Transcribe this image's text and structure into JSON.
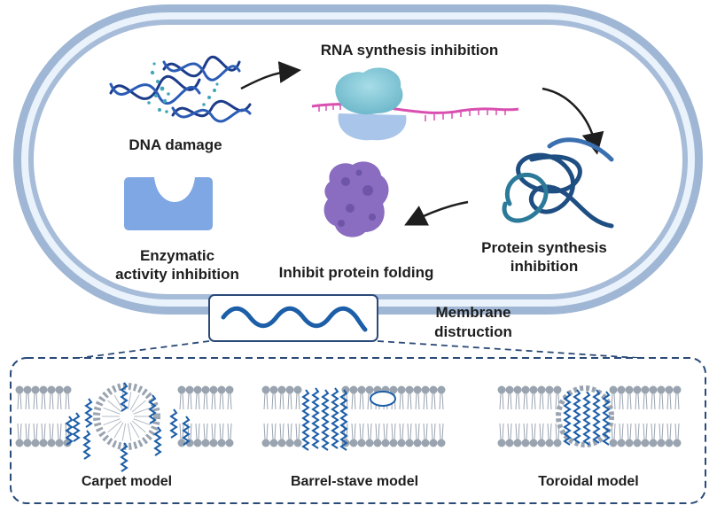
{
  "labels": {
    "rna": "RNA synthesis inhibition",
    "dna": "DNA damage",
    "protein_synthesis_1": "Protein synthesis",
    "protein_synthesis_2": "inhibition",
    "enzymatic_1": "Enzymatic",
    "enzymatic_2": "activity inhibition",
    "folding": "Inhibit protein folding",
    "membrane_1": "Membrane",
    "membrane_2": "distruction",
    "carpet": "Carpet model",
    "barrel": "Barrel-stave model",
    "toroidal": "Toroidal model"
  },
  "colors": {
    "cell_wall_outer": "#9fb7d4",
    "cell_wall_inner": "#eaf2fb",
    "peptide": "#1c5ea8",
    "dna_dark": "#1d3c8a",
    "dna_teal": "#3fa7b8",
    "ribosome_top": "#7fc6d6",
    "ribosome_bottom": "#a9c6ea",
    "mrna": "#d94fb0",
    "protein_chain": "#1f4f82",
    "folded_protein": "#8a6cc0",
    "enzyme": "#7fa7e3",
    "lipid_head": "#9aa4b0",
    "frame": "#2a4a78"
  },
  "icons": [
    "dna-helix-icon",
    "ribosome-icon",
    "mrna-strand-icon",
    "polypeptide-chain-icon",
    "folded-protein-icon",
    "enzyme-icon",
    "peptide-helix-icon",
    "lipid-bilayer-icon"
  ]
}
